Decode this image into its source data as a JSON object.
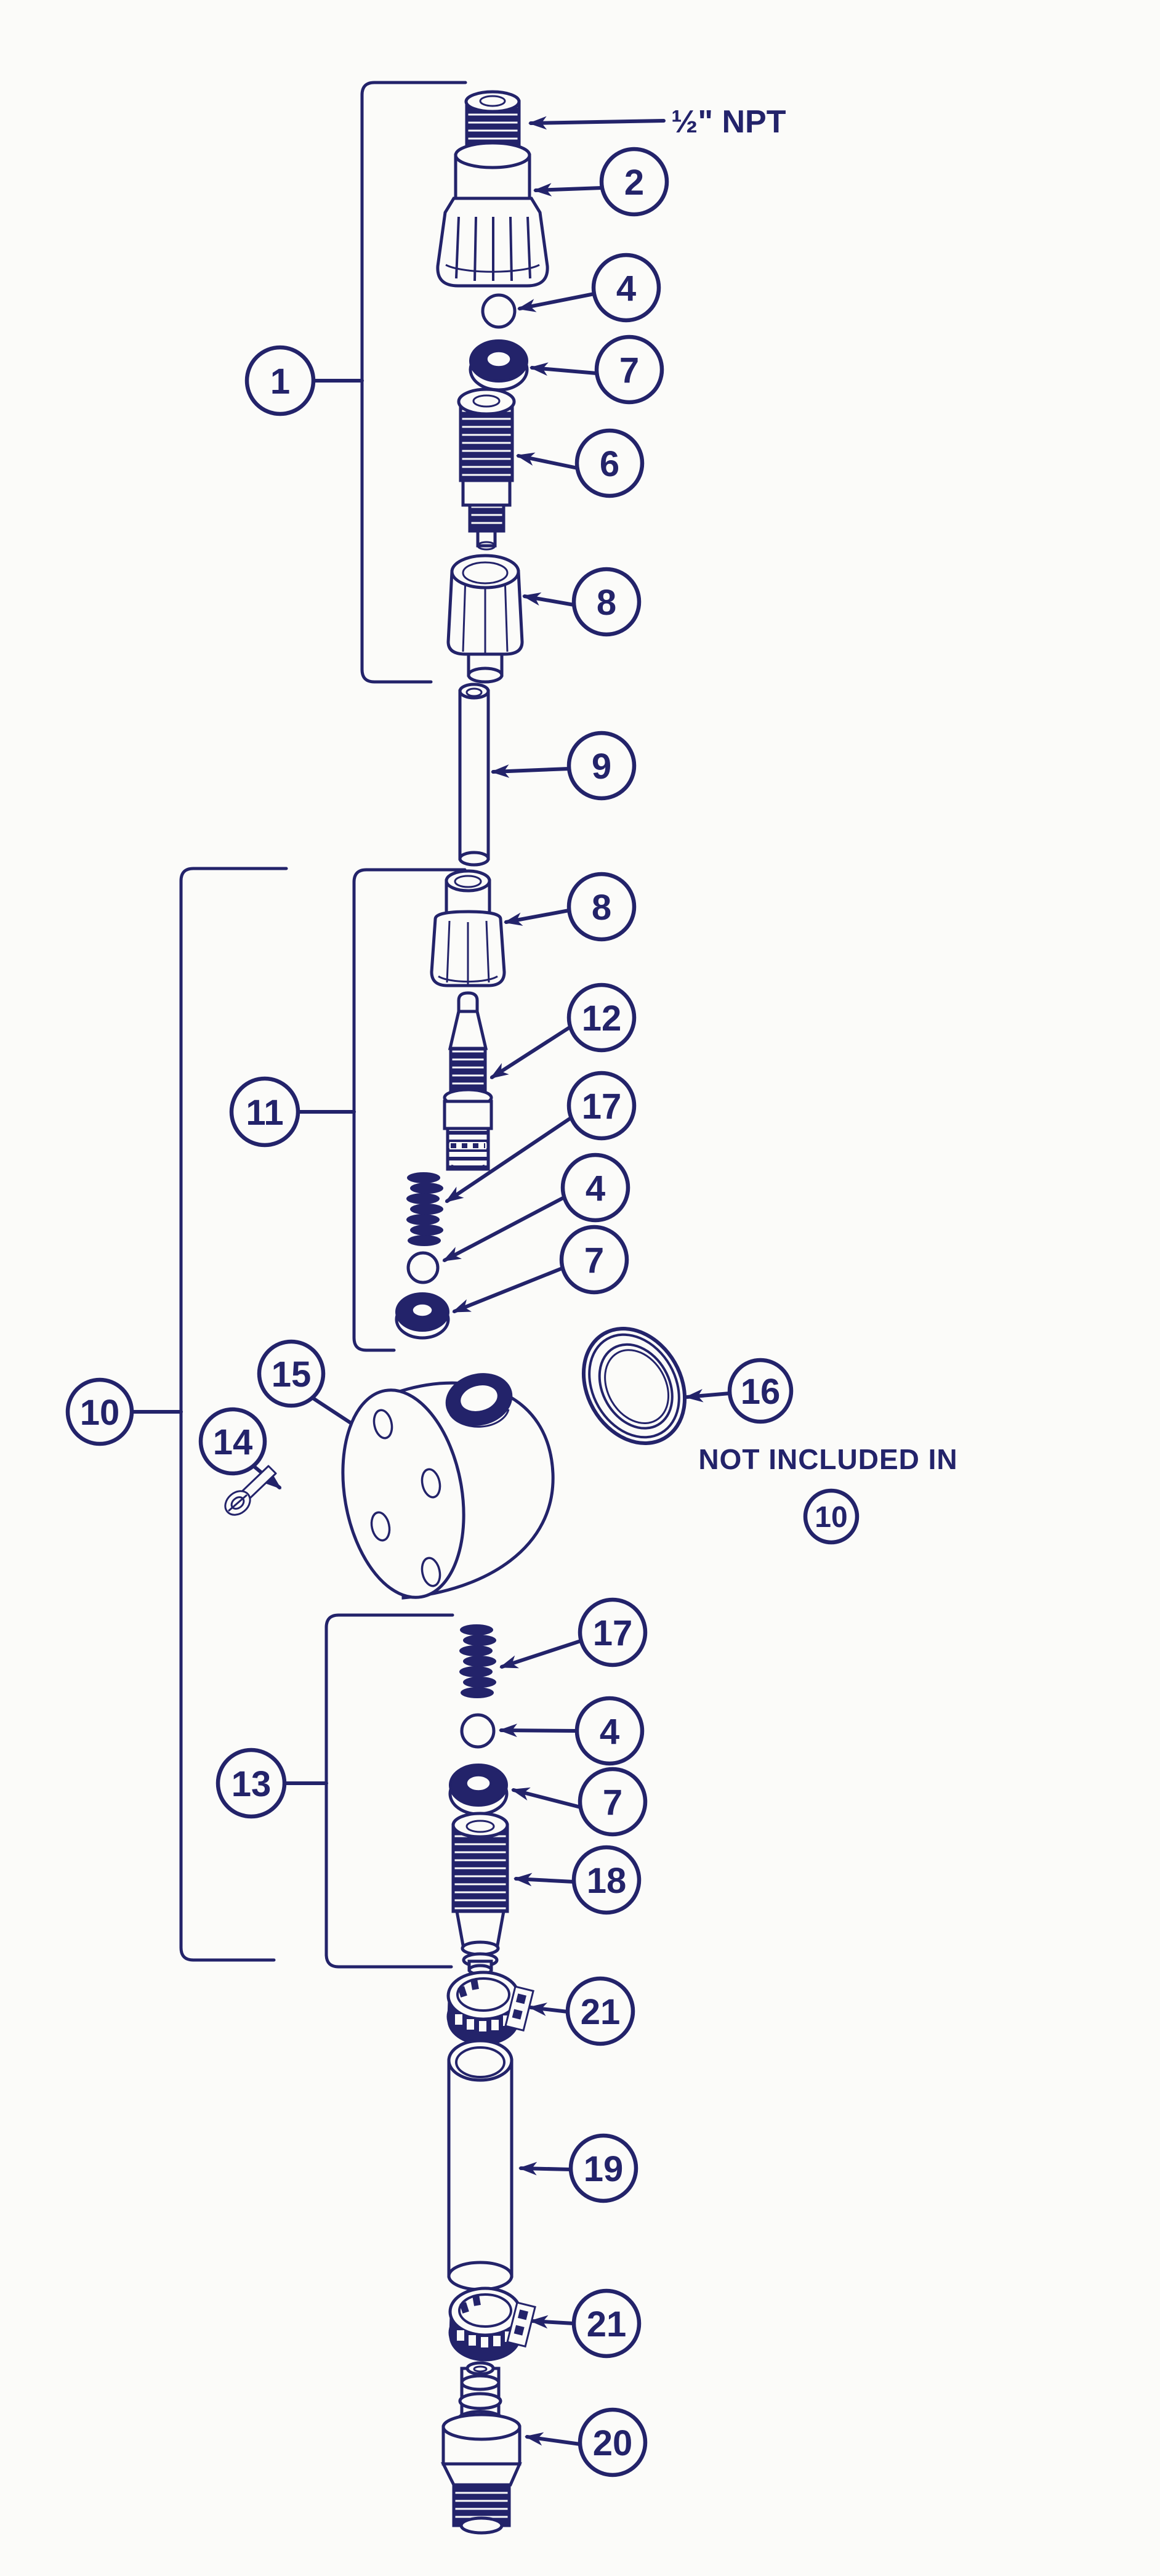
{
  "colors": {
    "ink": "#23236a",
    "paper": "#fbfbf9"
  },
  "annotations": {
    "npt": "½\" NPT",
    "not_included": "NOT INCLUDED IN"
  },
  "callouts": [
    {
      "label": "2"
    },
    {
      "label": "4"
    },
    {
      "label": "7"
    },
    {
      "label": "6"
    },
    {
      "label": "1"
    },
    {
      "label": "8"
    },
    {
      "label": "9"
    },
    {
      "label": "8"
    },
    {
      "label": "12"
    },
    {
      "label": "11"
    },
    {
      "label": "17"
    },
    {
      "label": "4"
    },
    {
      "label": "7"
    },
    {
      "label": "15"
    },
    {
      "label": "14"
    },
    {
      "label": "16"
    },
    {
      "label": "10"
    },
    {
      "label": "10"
    },
    {
      "label": "17"
    },
    {
      "label": "4"
    },
    {
      "label": "7"
    },
    {
      "label": "13"
    },
    {
      "label": "18"
    },
    {
      "label": "21"
    },
    {
      "label": "19"
    },
    {
      "label": "21"
    },
    {
      "label": "20"
    }
  ]
}
